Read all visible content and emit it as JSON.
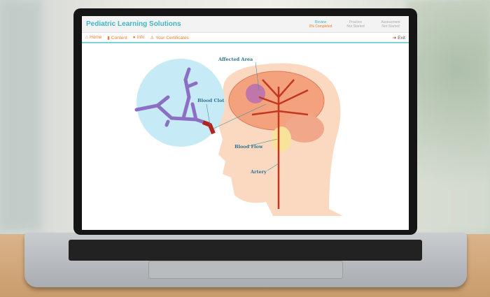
{
  "app": {
    "title": "Pediatric Learning Solutions"
  },
  "progress": [
    {
      "label": "Review",
      "status": "0% Completed",
      "active": true
    },
    {
      "label": "Practice",
      "status": "Not Started",
      "active": false
    },
    {
      "label": "Assessment",
      "status": "Not Started",
      "active": false
    }
  ],
  "nav": {
    "items": [
      {
        "label": "Home",
        "icon": "home-icon"
      },
      {
        "label": "Content",
        "icon": "book-icon"
      },
      {
        "label": "Info",
        "icon": "info-icon"
      },
      {
        "label": "Your Certificates",
        "icon": "certificate-icon"
      }
    ],
    "exit": "Exit"
  },
  "illustration": {
    "labels": {
      "affected": "Affected Area",
      "clot": "Blood Clot",
      "flow": "Blood Flow",
      "artery": "Artery"
    }
  },
  "colors": {
    "accent": "#3fb6c4",
    "nav": "#f07a2c"
  }
}
